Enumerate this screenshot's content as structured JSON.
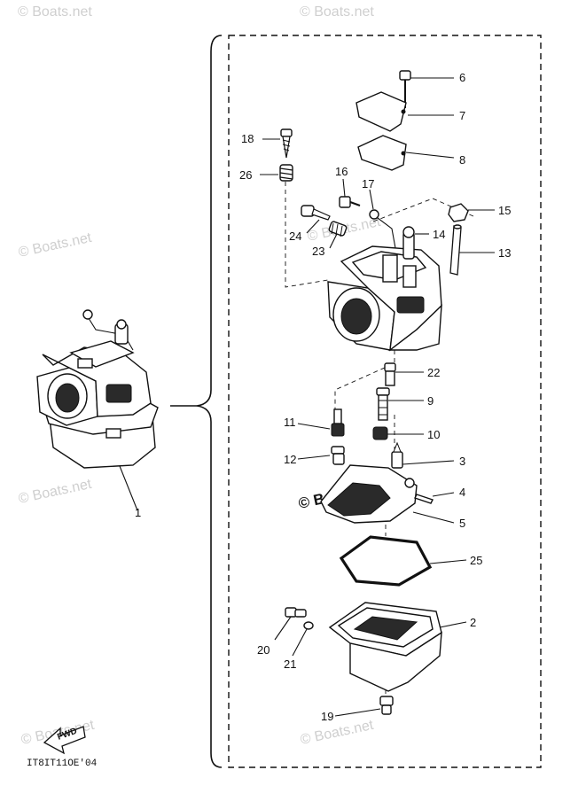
{
  "watermark": {
    "text": "© Boats.net",
    "main_text": "© Boats.net"
  },
  "diagram_code": "IT8IT11OE'04",
  "fwd_label": "FWD",
  "callouts": [
    "1",
    "2",
    "3",
    "4",
    "5",
    "6",
    "7",
    "8",
    "9",
    "10",
    "11",
    "12",
    "13",
    "14",
    "15",
    "16",
    "17",
    "18",
    "19",
    "20",
    "21",
    "22",
    "23",
    "24",
    "25",
    "26"
  ]
}
